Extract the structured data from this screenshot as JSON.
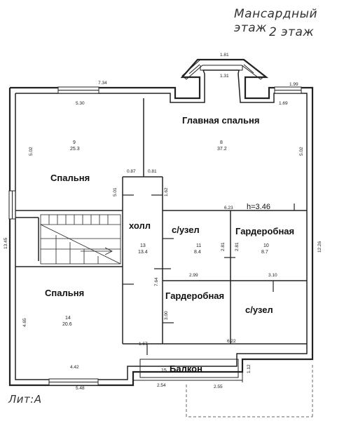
{
  "header": {
    "floor_title_line1": "Мансардный этаж",
    "floor_title_line2": "2 этаж"
  },
  "footer": {
    "litera": "Лит:А"
  },
  "rooms": {
    "r9": {
      "name": "Спальня",
      "number": "9",
      "area": "25.3"
    },
    "r8": {
      "name": "Главная спальня",
      "number": "8",
      "area": "37.2"
    },
    "r13": {
      "name": "холл",
      "number": "13",
      "area": "13.4"
    },
    "r11": {
      "name": "с/узел",
      "number": "11",
      "area": "8.4"
    },
    "r10": {
      "name": "Гардеробная",
      "number": "10",
      "area": "8.7"
    },
    "r14": {
      "name": "Спальня",
      "number": "14",
      "area": "20.6"
    },
    "rG": {
      "name": "Гардеробная"
    },
    "rS": {
      "name": "с/узел"
    },
    "r15": {
      "name": "Балкон",
      "number": "15"
    }
  },
  "dimensions": {
    "d181": "1.81",
    "d131": "1.31",
    "d734": "7.34",
    "d199": "1.99",
    "d169": "1.69",
    "d530": "5.30",
    "d502a": "5.02",
    "d502b": "5.02",
    "d087": "0.87",
    "d081": "0.81",
    "d501": "5.01",
    "d162": "1.62",
    "d623": "6.23",
    "d1345": "13.45",
    "d1226": "12.26",
    "d281a": "2.81",
    "d281b": "2.81",
    "d299": "2.99",
    "d310": "3.10",
    "d764": "7.64",
    "d465": "4.65",
    "d300": "3.00",
    "d622": "6.22",
    "d167": "1.67",
    "d442": "4.42",
    "d548": "5.48",
    "d254": "2.54",
    "d255": "2.55",
    "d112": "1.12"
  },
  "ceiling_height": "h=3.46"
}
